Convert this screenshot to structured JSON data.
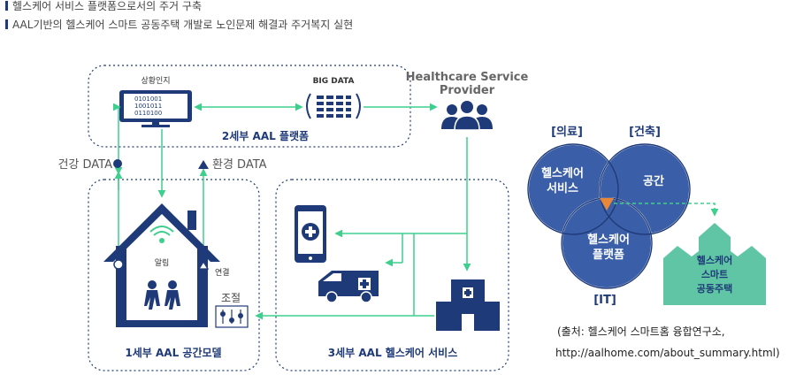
{
  "header": {
    "line1": "헬스케어 서비스 플랫폼으로서의 주거 구축",
    "line2": "AAL기반의 헬스케어 스마트 공동주택 개발로 노인문제 해결과 주거복지 실현"
  },
  "diagram": {
    "sensing_label": "상황인지",
    "bigdata_label": "BIG DATA",
    "platform_label": "2세부 AAL 플랫폼",
    "provider_line1": "Healthcare Service",
    "provider_line2": "Provider",
    "health_data": "건강 DATA",
    "env_data": "환경 DATA",
    "alarm_label": "알림",
    "connect_label": "연결",
    "control_label": "조절",
    "space_model_label": "1세부 AAL 공간모델",
    "service_label": "3세부 AAL 헬스케어 서비스"
  },
  "venn": {
    "tag_medical": "[의료]",
    "tag_arch": "[건축]",
    "tag_it": "[IT]",
    "c1_line1": "헬스케어",
    "c1_line2": "서비스",
    "c2_line1": "공간",
    "c3_line1": "헬스케어",
    "c3_line2": "플랫폼",
    "house_line1": "헬스케어",
    "house_line2": "스마트",
    "house_line3": "공동주택"
  },
  "source": {
    "line1": "(출처: 헬스케어 스마트홈 융합연구소,",
    "line2": "http://aalhome.com/about_summary.html)"
  },
  "colors": {
    "navy": "#1f3a78",
    "green": "#3ecf8e",
    "venn_blue": "#3a5fa8",
    "house_green": "#5fc5a5"
  }
}
